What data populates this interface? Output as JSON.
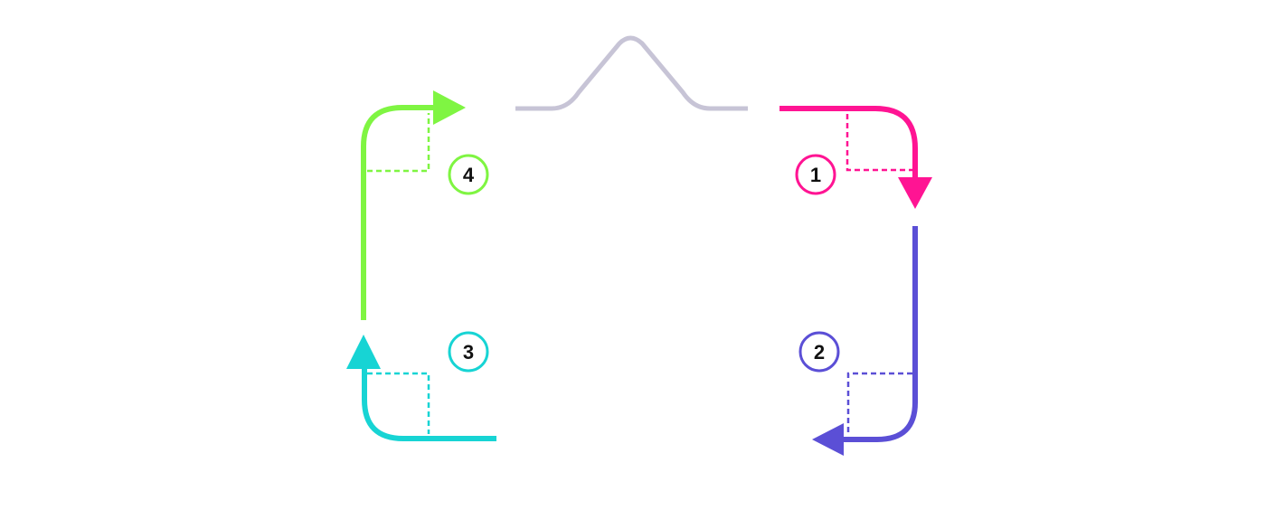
{
  "diagram": {
    "colors": {
      "background": "#ffffff",
      "step1": "#ff1493",
      "step2": "#5b4fd6",
      "step3": "#17d4d4",
      "step4": "#7ff542",
      "bump_curve": "#c7c4d6",
      "label_text": "#111111"
    },
    "steps": [
      {
        "number": "1",
        "color_key": "step1"
      },
      {
        "number": "2",
        "color_key": "step2"
      },
      {
        "number": "3",
        "color_key": "step3"
      },
      {
        "number": "4",
        "color_key": "step4"
      }
    ]
  }
}
